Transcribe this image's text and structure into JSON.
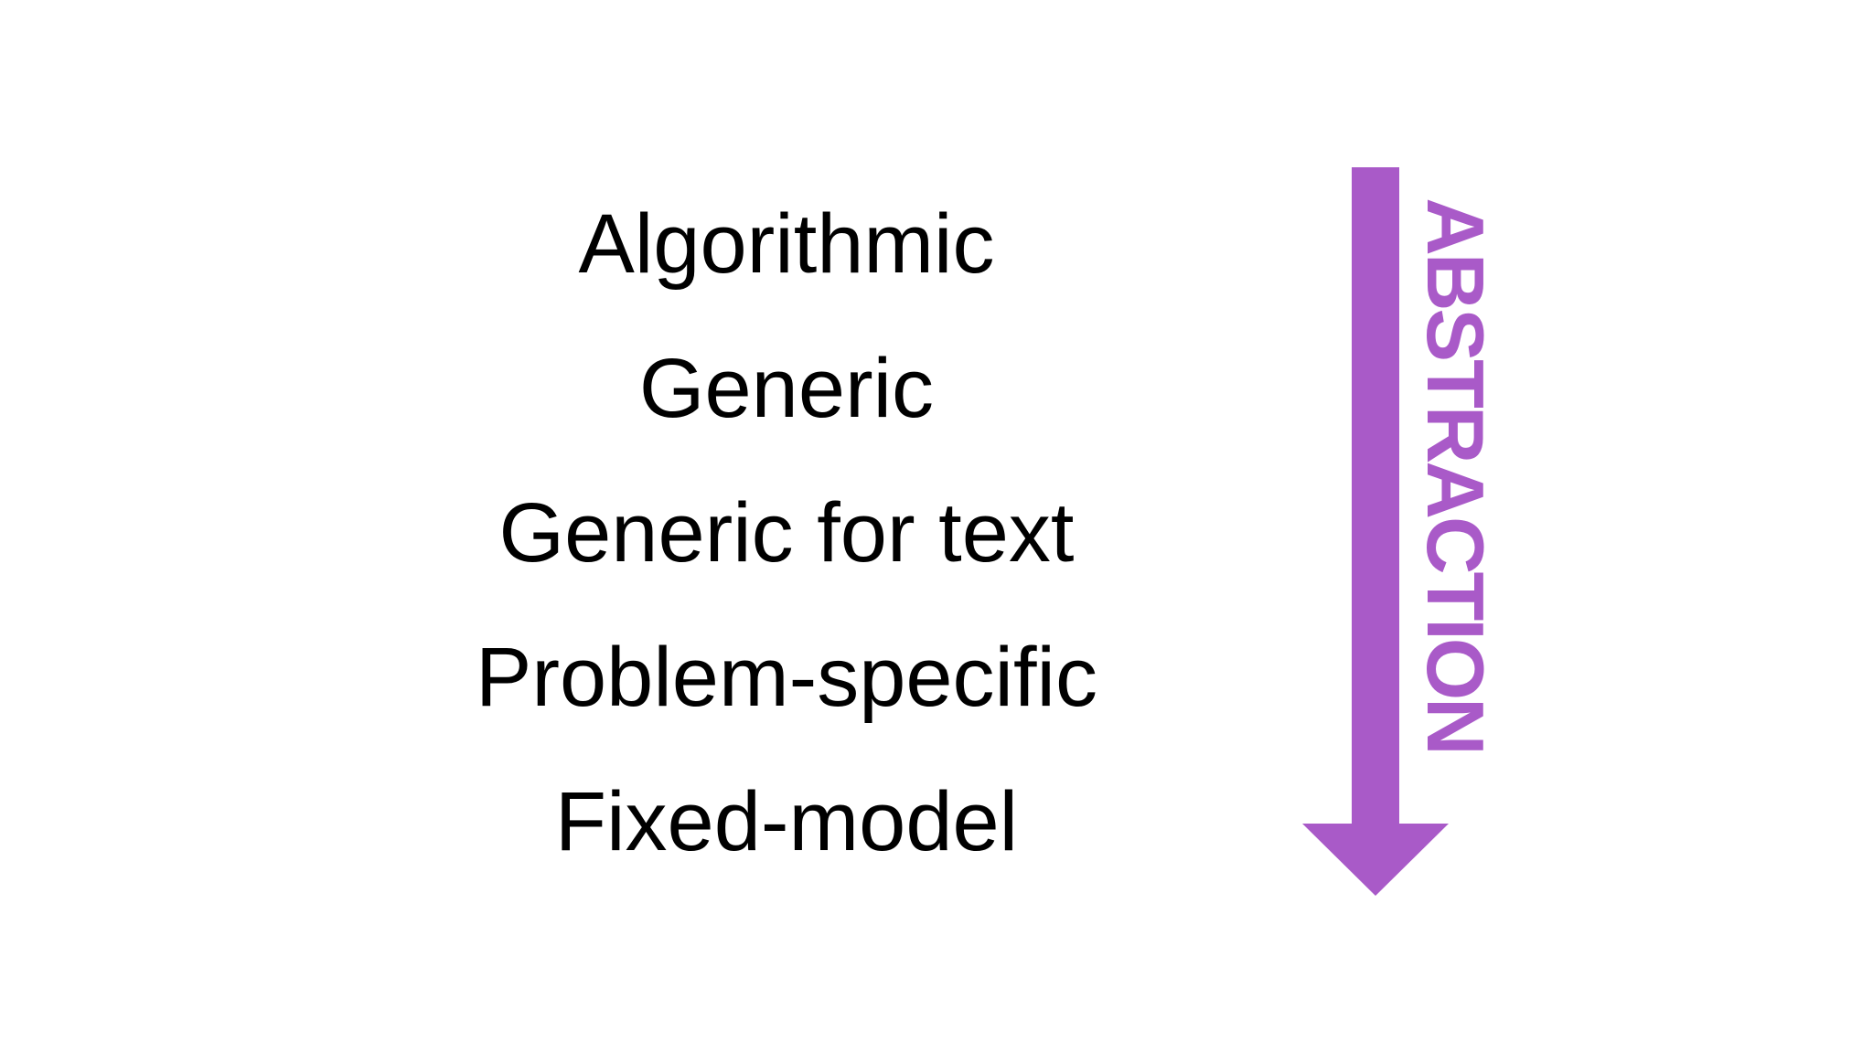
{
  "diagram": {
    "levels": [
      "Algorithmic",
      "Generic",
      "Generic for text",
      "Problem-specific",
      "Fixed-model"
    ],
    "arrow": {
      "label": "ABSTRACTION",
      "direction": "down",
      "color": "#a95ac8"
    }
  }
}
